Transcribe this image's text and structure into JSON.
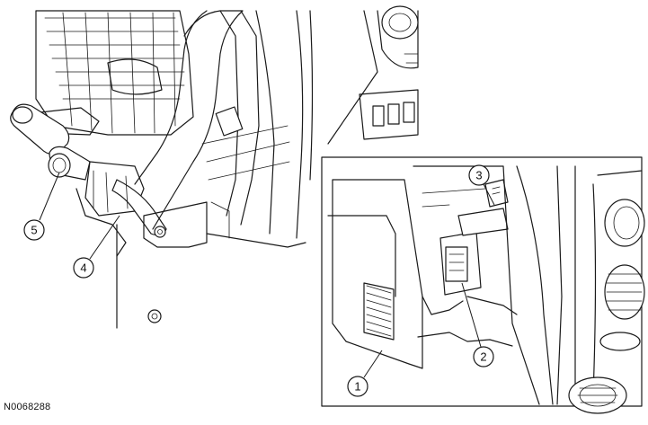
{
  "figure_id": "N0068288",
  "callouts": [
    {
      "number": "1"
    },
    {
      "number": "2"
    },
    {
      "number": "3"
    },
    {
      "number": "4"
    },
    {
      "number": "5"
    }
  ],
  "colors": {
    "line": "#1a1a1a",
    "background": "#ffffff"
  }
}
